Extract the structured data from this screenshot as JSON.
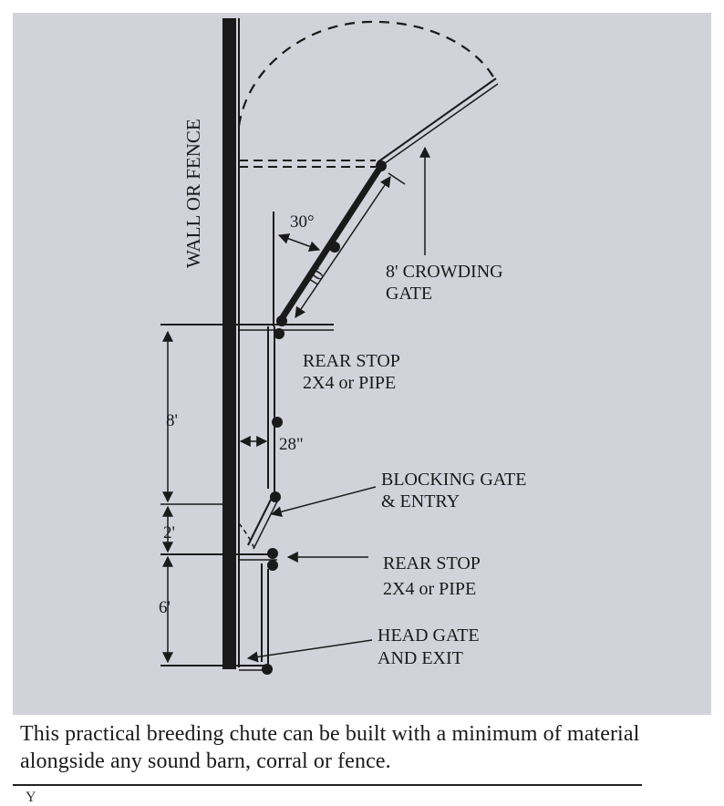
{
  "labels": {
    "wall_or_fence": "WALL OR FENCE",
    "angle": "30°",
    "gate_length": "10'",
    "crowding_gate_line1": "8' CROWDING",
    "crowding_gate_line2": "GATE",
    "rear_stop_top_line1": "REAR STOP",
    "rear_stop_top_line2": "2X4 or PIPE",
    "dim_8": "8'",
    "width_28": "28\"",
    "blocking_gate_line1": "BLOCKING GATE",
    "blocking_gate_line2": "& ENTRY",
    "dim_2": "2'",
    "rear_stop_bottom_line1": "REAR STOP",
    "rear_stop_bottom_line2": "2X4 or PIPE",
    "dim_6": "6'",
    "head_gate_line1": "HEAD GATE",
    "head_gate_line2": "AND EXIT"
  },
  "caption": "This practical breeding chute can be built with a minimum of material alongside any sound barn, corral or fence.",
  "footer_fragment": "Y",
  "colors": {
    "panel_background": "#d2d2db",
    "ink": "#1a1a1a"
  }
}
